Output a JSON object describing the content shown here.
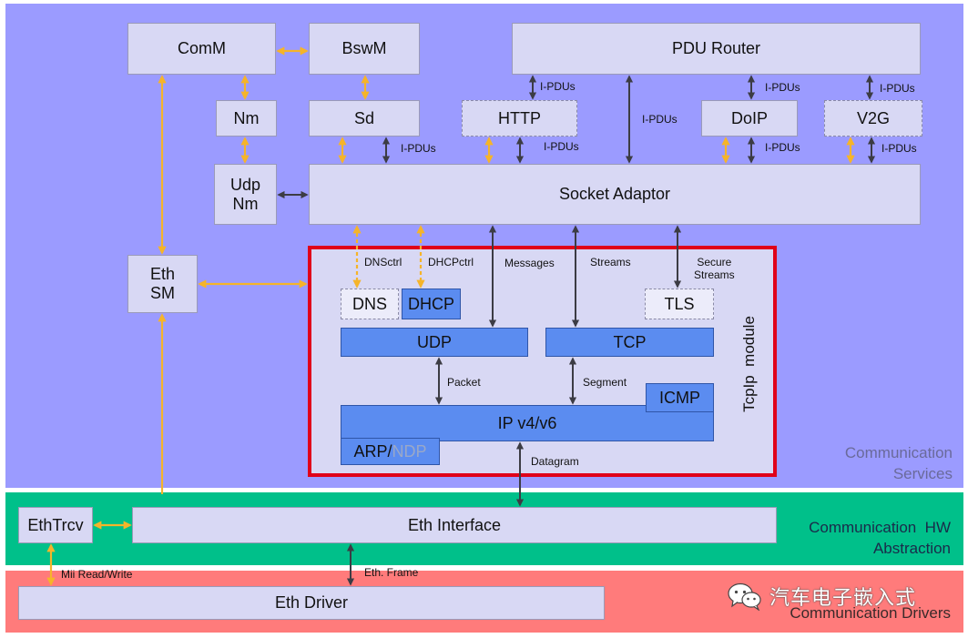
{
  "layers": {
    "services": "Communication\nServices",
    "hw_abstraction": "Communication  HW\nAbstraction",
    "drivers": "Communication  Drivers"
  },
  "boxes": {
    "comm": "ComM",
    "bswm": "BswM",
    "pdu_router": "PDU Router",
    "nm": "Nm",
    "sd": "Sd",
    "http": "HTTP",
    "doip": "DoIP",
    "v2g": "V2G",
    "udpnm": "Udp\nNm",
    "socket_adaptor": "Socket Adaptor",
    "ethsm": "Eth\nSM",
    "dns": "DNS",
    "dhcp": "DHCP",
    "tls": "TLS",
    "udp": "UDP",
    "tcp": "TCP",
    "icmp": "ICMP",
    "ip": "IP v4/v6",
    "arp": "ARP/",
    "ndp": "NDP",
    "ethtrcv": "EthTrcv",
    "eth_interface": "Eth Interface",
    "eth_driver": "Eth Driver"
  },
  "module_label": "TcpIp  module",
  "edge_labels": {
    "ipdus_pdu_left": "I-PDUs",
    "ipdus_center": "I-PDUs",
    "ipdus_doip_top": "I-PDUs",
    "ipdus_v2g_top": "I-PDUs",
    "ipdus_sd": "I-PDUs",
    "ipdus_http": "I-PDUs",
    "ipdus_doip": "I-PDUs",
    "ipdus_v2g": "I-PDUs",
    "dnsctrl": "DNSctrl",
    "dhcpctrl": "DHCPctrl",
    "messages": "Messages",
    "streams": "Streams",
    "secure_streams": "Secure\nStreams",
    "packet": "Packet",
    "segment": "Segment",
    "datagram": "Datagram",
    "mii": "Mii Read/Write",
    "eth_frame": "Eth. Frame"
  },
  "watermark": "汽车电子嵌入式",
  "colors": {
    "services_bg": "#9b9bff",
    "hw_bg": "#00c08a",
    "driver_bg": "#ff7b7b",
    "box_bg": "#d8d8f4",
    "blue_box": "#5b8cf0",
    "module_border": "#e0001a",
    "arrow_dark": "#3c3c44",
    "arrow_orange": "#f5b42a"
  }
}
